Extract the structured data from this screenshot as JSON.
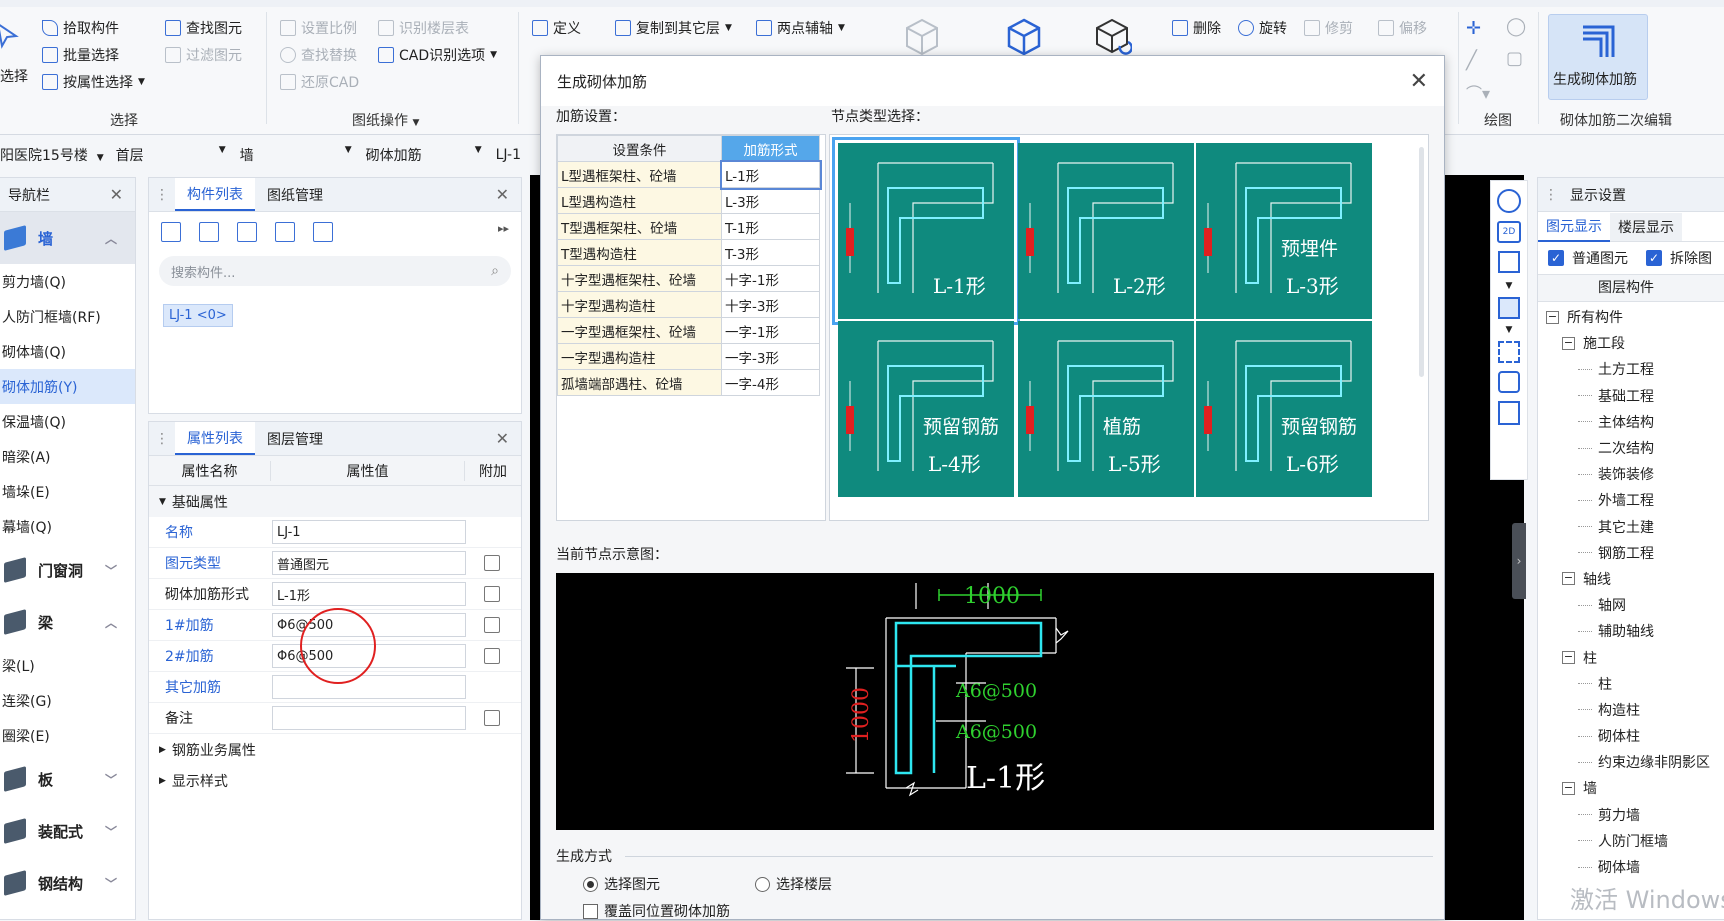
{
  "ribbon": {
    "select_label": "选择",
    "pick_component": "拾取构件",
    "batch_select": "批量选择",
    "select_by_attr": "按属性选择",
    "find_element": "查找图元",
    "filter_element": "过滤图元",
    "set_scale": "设置比例",
    "identify_floor_table": "识别楼层表",
    "find_replace": "查找替换",
    "cad_options": "CAD识别选项",
    "restore_cad": "还原CAD",
    "group_select": "选择",
    "group_drawing": "图纸操作",
    "define": "定义",
    "copy_to_other_floor": "复制到其它层",
    "two_point_axis": "两点辅轴",
    "delete": "删除",
    "rotate": "旋转",
    "trim": "修剪",
    "offset": "偏移",
    "generate_masonry_rebar": "生成砌体加筋",
    "group_draw": "绘图",
    "group_secondary_edit": "砌体加筋二次编辑"
  },
  "selector_bar": {
    "project": "阳医院15号楼",
    "floor": "首层",
    "category": "墙",
    "type": "砌体加筋",
    "component": "LJ-1"
  },
  "nav": {
    "title": "导航栏",
    "categories": [
      {
        "label": "墙"
      },
      {
        "label": "门窗洞"
      },
      {
        "label": "梁"
      },
      {
        "label": "板"
      },
      {
        "label": "装配式"
      },
      {
        "label": "钢结构"
      }
    ],
    "wall_items": [
      "剪力墙(Q)",
      "人防门框墙(RF)",
      "砌体墙(Q)",
      "砌体加筋(Y)",
      "保温墙(Q)",
      "暗梁(A)",
      "墙垛(E)",
      "幕墙(Q)"
    ],
    "beam_items": [
      "梁(L)",
      "连梁(G)",
      "圈梁(E)"
    ]
  },
  "component_list": {
    "tab_active": "构件列表",
    "tab_other": "图纸管理",
    "search_placeholder": "搜索构件...",
    "item": "LJ-1 <0>"
  },
  "properties": {
    "tab_active": "属性列表",
    "tab_other": "图层管理",
    "col_name": "属性名称",
    "col_value": "属性值",
    "col_extra": "附加",
    "section_basic": "基础属性",
    "rows": [
      {
        "name": "名称",
        "value": "LJ-1"
      },
      {
        "name": "图元类型",
        "value": "普通图元"
      },
      {
        "name": "砌体加筋形式",
        "value": "L-1形"
      },
      {
        "name": "1#加筋",
        "value": "Φ6@500"
      },
      {
        "name": "2#加筋",
        "value": "Φ6@500"
      },
      {
        "name": "其它加筋",
        "value": ""
      },
      {
        "name": "备注",
        "value": ""
      }
    ],
    "section_business": "钢筋业务属性",
    "section_display": "显示样式"
  },
  "dialog": {
    "title": "生成砌体加筋",
    "rebar_settings_label": "加筋设置：",
    "node_type_label": "节点类型选择：",
    "table_headers": [
      "设置条件",
      "加筋形式"
    ],
    "table_rows": [
      [
        "L型遇框架柱、砼墙",
        "L-1形"
      ],
      [
        "L型遇构造柱",
        "L-3形"
      ],
      [
        "T型遇框架柱、砼墙",
        "T-1形"
      ],
      [
        "T型遇构造柱",
        "T-3形"
      ],
      [
        "十字型遇框架柱、砼墙",
        "十字-1形"
      ],
      [
        "十字型遇构造柱",
        "十字-3形"
      ],
      [
        "一字型遇框架柱、砼墙",
        "一字-1形"
      ],
      [
        "一字型遇构造柱",
        "一字-3形"
      ],
      [
        "孤墙端部遇柱、砼墙",
        "一字-4形"
      ]
    ],
    "tiles": [
      {
        "caption": "L-1形",
        "sub": ""
      },
      {
        "caption": "L-2形",
        "sub": ""
      },
      {
        "caption": "L-3形",
        "sub": "预埋件"
      },
      {
        "caption": "L-4形",
        "sub": "预留钢筋"
      },
      {
        "caption": "L-5形",
        "sub": "植筋"
      },
      {
        "caption": "L-6形",
        "sub": "预留钢筋"
      }
    ],
    "current_node_label": "当前节点示意图：",
    "preview": {
      "dim_top": "1000",
      "dim_left": "1000",
      "rebar1": "A6@500",
      "rebar2": "A6@500",
      "shape": "L-1形"
    },
    "gen_mode_label": "生成方式",
    "radio_select_element": "选择图元",
    "radio_select_floor": "选择楼层",
    "checkbox_overwrite": "覆盖同位置砌体加筋"
  },
  "display_settings": {
    "title": "显示设置",
    "tab_active": "图元显示",
    "tab_other": "楼层显示",
    "check_normal": "普通图元",
    "check_split": "拆除图",
    "col_header": "图层构件",
    "tree": [
      {
        "label": "所有构件",
        "level": 0,
        "box": true
      },
      {
        "label": "施工段",
        "level": 1,
        "box": true
      },
      {
        "label": "土方工程",
        "level": 2
      },
      {
        "label": "基础工程",
        "level": 2
      },
      {
        "label": "主体结构",
        "level": 2
      },
      {
        "label": "二次结构",
        "level": 2
      },
      {
        "label": "装饰装修",
        "level": 2
      },
      {
        "label": "外墙工程",
        "level": 2
      },
      {
        "label": "其它土建",
        "level": 2
      },
      {
        "label": "钢筋工程",
        "level": 2
      },
      {
        "label": "轴线",
        "level": 1,
        "box": true
      },
      {
        "label": "轴网",
        "level": 2
      },
      {
        "label": "辅助轴线",
        "level": 2
      },
      {
        "label": "柱",
        "level": 1,
        "box": true
      },
      {
        "label": "柱",
        "level": 2
      },
      {
        "label": "构造柱",
        "level": 2
      },
      {
        "label": "砌体柱",
        "level": 2
      },
      {
        "label": "约束边缘非阴影区",
        "level": 2
      },
      {
        "label": "墙",
        "level": 1,
        "box": true
      },
      {
        "label": "剪力墙",
        "level": 2
      },
      {
        "label": "人防门框墙",
        "level": 2
      },
      {
        "label": "砌体墙",
        "level": 2
      }
    ]
  },
  "watermark": "激活 Windows",
  "colors": {
    "accent": "#2a63d4",
    "teal": "#0f8a7e",
    "cyan": "#2ee6f0",
    "green": "#2fd12f",
    "red": "#e02020"
  }
}
